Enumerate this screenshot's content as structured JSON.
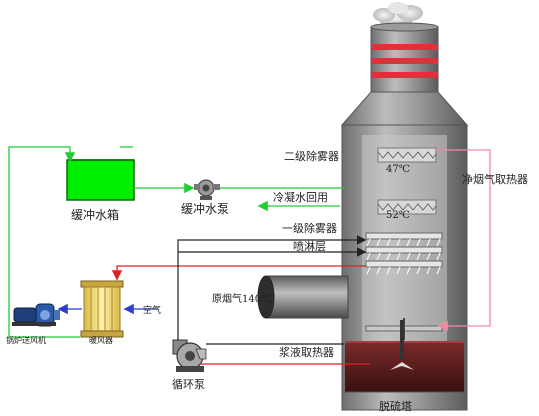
{
  "labels": {
    "buffer_tank": "缓冲水箱",
    "buffer_pump": "缓冲水泵",
    "demister_2": "二级除雾器",
    "temp_top": "47℃",
    "condensate_return": "冷凝水回用",
    "temp_mid": "52℃",
    "demister_1": "一级除雾器",
    "spray_layer": "喷淋层",
    "raw_flue_gas": "原烟气140℃",
    "clean_gas_heater": "净烟气取热器",
    "slurry_heater": "浆液取热器",
    "circulation_pump": "循环泵",
    "desulfurization_tower": "脱硫塔",
    "boiler_fan": "锅炉送风机",
    "air_heater": "暖风器",
    "air": "空气"
  },
  "colors": {
    "green_line": "#22cc33",
    "red_line": "#e02020",
    "pink_line": "#f08aa0",
    "blue_line": "#2a3fd0",
    "black_line": "#222222",
    "tank_water": "#00ee00",
    "tower_gray": "#8c8c8c",
    "stripe_red": "#e0303a",
    "heater_yellow": "#f2dc6a"
  }
}
